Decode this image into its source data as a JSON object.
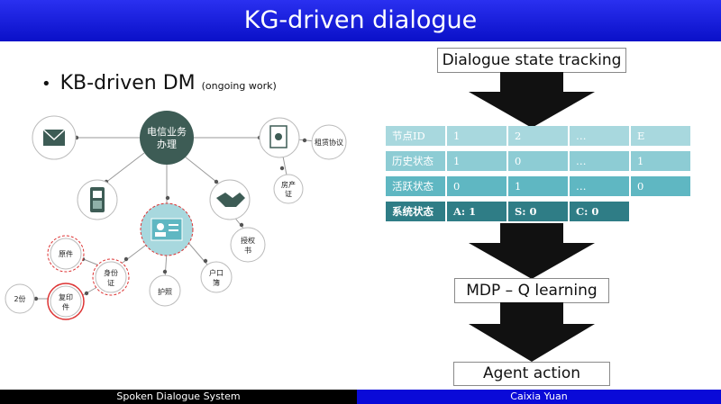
{
  "slide": {
    "title": "KG-driven dialogue"
  },
  "left": {
    "bullet_main": "KB-driven DM",
    "bullet_sub": "(ongoing work)",
    "graph": {
      "center": "电信业务办理",
      "center_line1": "电信业务",
      "center_line2": "办理",
      "lease": "租赁协议",
      "property1": "房产",
      "property2": "证",
      "auth1": "授权",
      "auth2": "书",
      "hukou1": "户口",
      "hukou2": "簿",
      "passport": "护照",
      "idcard1": "身份",
      "idcard2": "证",
      "original": "原件",
      "copy1": "复印",
      "copy2": "件",
      "two_copies": "2份"
    }
  },
  "right": {
    "dst_label": "Dialogue state tracking",
    "mdp_label": "MDP – Q learning",
    "agent_label": "Agent action",
    "table": {
      "rows": [
        [
          "节点ID",
          "1",
          "2",
          "…",
          "E"
        ],
        [
          "历史状态",
          "1",
          "0",
          "…",
          "1"
        ],
        [
          "活跃状态",
          "0",
          "1",
          "…",
          "0"
        ],
        [
          "系统状态",
          "A: 1",
          "S: 0",
          "C: 0"
        ]
      ]
    }
  },
  "footer": {
    "left": "Spoken Dialogue System",
    "right": "Caixia Yuan"
  },
  "colors": {
    "title_blue": "#0a10c8",
    "teal_dark": "#2f7d86",
    "teal_light": "#a8d8de",
    "node_dark": "#3d5c55"
  }
}
